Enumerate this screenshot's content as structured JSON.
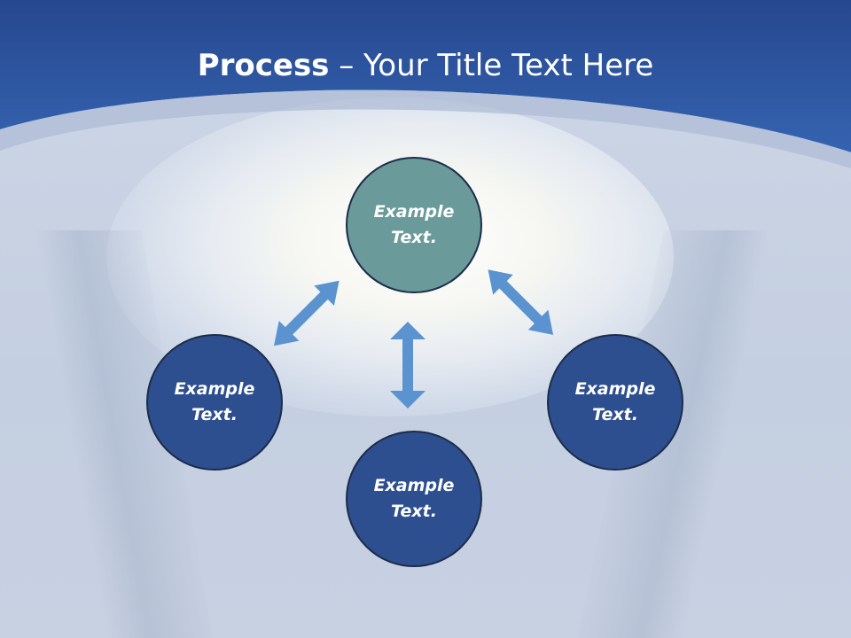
{
  "slide": {
    "title_strong": "Process",
    "title_rest": " – Your Title Text Here"
  },
  "diagram": {
    "nodes": [
      {
        "id": "top",
        "label": "Example Text."
      },
      {
        "id": "left",
        "label": "Example Text."
      },
      {
        "id": "right",
        "label": "Example Text."
      },
      {
        "id": "bottom",
        "label": "Example Text."
      }
    ]
  },
  "colors": {
    "header_blue": "#2f5ba6",
    "center_node": "#6a9a9a",
    "outer_node": "#2d4f8f",
    "node_border": "#1c2c4a",
    "arrow": "#5b93d0"
  }
}
